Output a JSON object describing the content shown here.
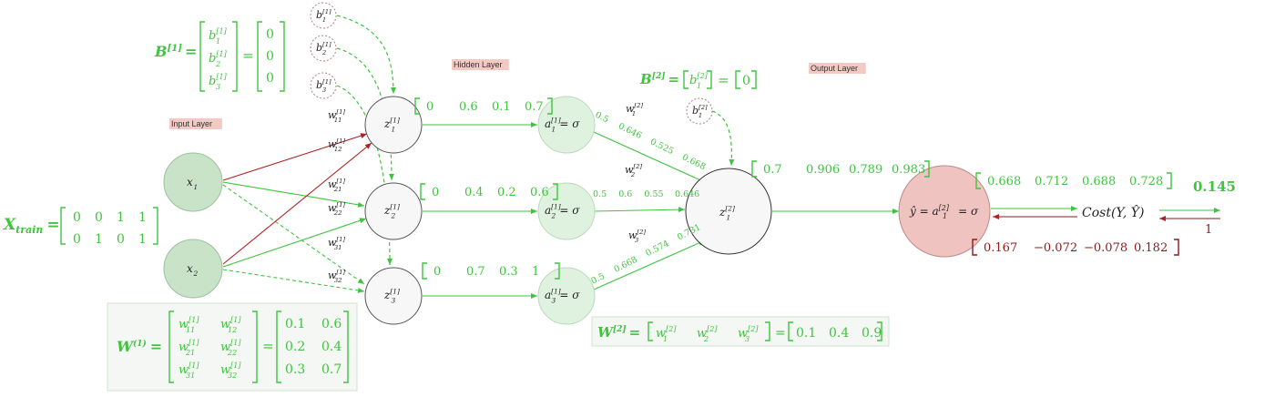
{
  "layer_labels": {
    "input": "Input Layer",
    "hidden": "Hidden Layer",
    "output": "Output Layer"
  },
  "colors": {
    "green": "#3ec43e",
    "red": "#b22222",
    "dark_red": "#8b1a1a",
    "input_node_fill": "#c9e3c9",
    "hidden_act_fill": "#dff2df",
    "output_node_fill": "#eec3c0",
    "label_bg": "#f3c9c3"
  },
  "x_train": {
    "label": "X",
    "subscript": "train",
    "rows": [
      [
        "0",
        "0",
        "1",
        "1"
      ],
      [
        "0",
        "1",
        "0",
        "1"
      ]
    ]
  },
  "input_nodes": [
    {
      "base": "x",
      "sub": "1"
    },
    {
      "base": "x",
      "sub": "2"
    }
  ],
  "b1": {
    "label": "B",
    "sup": "[1]",
    "vector": [
      {
        "base": "b",
        "sub": "1",
        "sup": "[1]"
      },
      {
        "base": "b",
        "sub": "2",
        "sup": "[1]"
      },
      {
        "base": "b",
        "sub": "3",
        "sup": "[1]"
      }
    ],
    "values": [
      "0",
      "0",
      "0"
    ]
  },
  "bias_nodes_1": [
    {
      "base": "b",
      "sub": "1",
      "sup": "[1]"
    },
    {
      "base": "b",
      "sub": "2",
      "sup": "[1]"
    },
    {
      "base": "b",
      "sub": "3",
      "sup": "[1]"
    }
  ],
  "weight_labels_1": [
    {
      "base": "w",
      "sub": "11",
      "sup": "[1]"
    },
    {
      "base": "w",
      "sub": "12",
      "sup": "[1]"
    },
    {
      "base": "w",
      "sub": "21",
      "sup": "[1]"
    },
    {
      "base": "w",
      "sub": "22",
      "sup": "[1]"
    },
    {
      "base": "w",
      "sub": "31",
      "sup": "[1]"
    },
    {
      "base": "w",
      "sub": "32",
      "sup": "[1]"
    }
  ],
  "hidden_z": [
    {
      "base": "z",
      "sub": "1",
      "sup": "[1]",
      "values": [
        "0",
        "0.6",
        "0.1",
        "0.7"
      ]
    },
    {
      "base": "z",
      "sub": "2",
      "sup": "[1]",
      "values": [
        "0",
        "0.4",
        "0.2",
        "0.6"
      ]
    },
    {
      "base": "z",
      "sub": "3",
      "sup": "[1]",
      "values": [
        "0",
        "0.7",
        "0.3",
        "1"
      ]
    }
  ],
  "hidden_a": [
    {
      "base": "a",
      "sub": "1",
      "sup": "[1]",
      "eq": "= σ",
      "values": [
        "0.5",
        "0.646",
        "0.525",
        "0.668"
      ]
    },
    {
      "base": "a",
      "sub": "2",
      "sup": "[1]",
      "eq": "= σ",
      "values": [
        "0.5",
        "0.6",
        "0.55",
        "0.646"
      ]
    },
    {
      "base": "a",
      "sub": "3",
      "sup": "[1]",
      "eq": "= σ",
      "values": [
        "0.5",
        "0.668",
        "0.574",
        "0.731"
      ]
    }
  ],
  "weight_labels_2": [
    {
      "base": "w",
      "sub": "1",
      "sup": "[2]"
    },
    {
      "base": "w",
      "sub": "2",
      "sup": "[2]"
    },
    {
      "base": "w",
      "sub": "3",
      "sup": "[2]"
    }
  ],
  "b2": {
    "label": "B",
    "sup": "[2]",
    "inner": {
      "base": "b",
      "sub": "1",
      "sup": "[2]"
    },
    "value": "0"
  },
  "bias_node_2": {
    "base": "b",
    "sub": "1",
    "sup": "[2]"
  },
  "output_z": {
    "base": "z",
    "sub": "1",
    "sup": "[2]",
    "values": [
      "0.7",
      "0.906",
      "0.789",
      "0.983"
    ]
  },
  "output_node": {
    "lhs": "ŷ = a",
    "sub": "1",
    "sup": "[2]",
    "eq": "= σ",
    "values": [
      "0.668",
      "0.712",
      "0.688",
      "0.728"
    ],
    "gradient": [
      "0.167",
      "−0.072",
      "−0.078",
      "0.182"
    ]
  },
  "cost": {
    "text": "Cost(Y, Ŷ)",
    "value": "0.145",
    "back": "1"
  },
  "w1_matrix": {
    "label": "W",
    "sup": "(1)",
    "symbols": [
      [
        {
          "base": "w",
          "sub": "11",
          "sup": "[1]"
        },
        {
          "base": "w",
          "sub": "12",
          "sup": "[1]"
        }
      ],
      [
        {
          "base": "w",
          "sub": "21",
          "sup": "[1]"
        },
        {
          "base": "w",
          "sub": "22",
          "sup": "[1]"
        }
      ],
      [
        {
          "base": "w",
          "sub": "31",
          "sup": "[1]"
        },
        {
          "base": "w",
          "sub": "32",
          "sup": "[1]"
        }
      ]
    ],
    "values": [
      [
        "0.1",
        "0.6"
      ],
      [
        "0.2",
        "0.4"
      ],
      [
        "0.3",
        "0.7"
      ]
    ]
  },
  "w2_matrix": {
    "label": "W",
    "sup": "[2]",
    "symbols": [
      {
        "base": "w",
        "sub": "1",
        "sup": "[2]"
      },
      {
        "base": "w",
        "sub": "2",
        "sup": "[2]"
      },
      {
        "base": "w",
        "sub": "3",
        "sup": "[2]"
      }
    ],
    "values": [
      "0.1",
      "0.4",
      "0.9"
    ]
  }
}
